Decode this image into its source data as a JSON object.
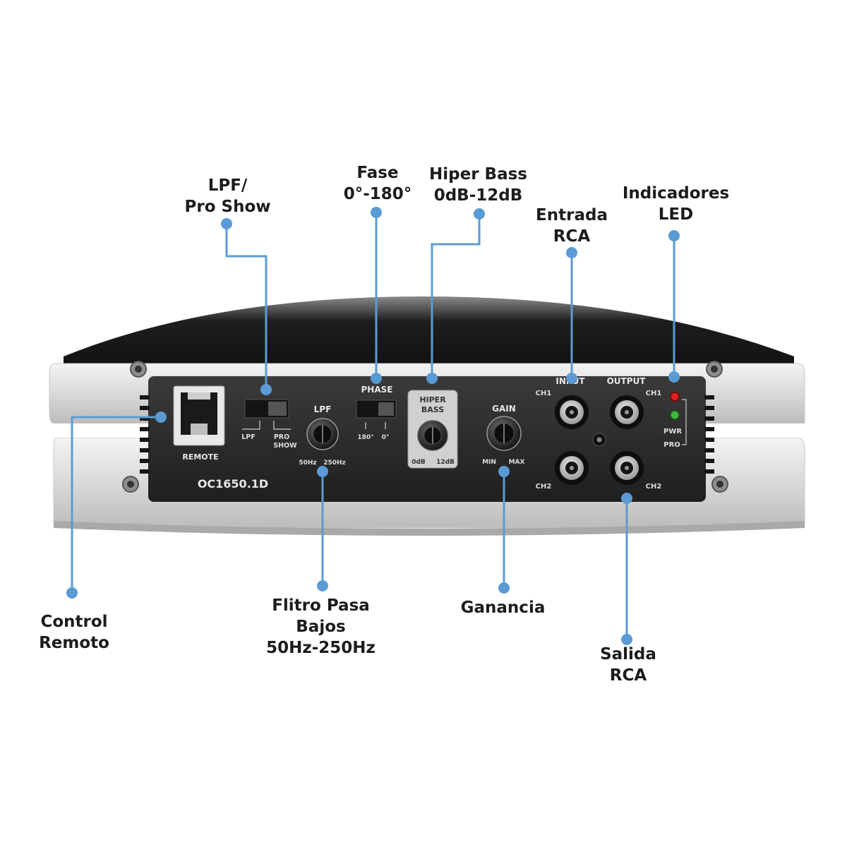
{
  "callouts": {
    "lpf_pro_show": [
      "LPF/",
      "Pro Show"
    ],
    "fase": [
      "Fase",
      "0°-180°"
    ],
    "hiper_bass": [
      "Hiper Bass",
      "0dB-12dB"
    ],
    "entrada_rca": [
      "Entrada",
      "RCA"
    ],
    "indicadores_led": [
      "Indicadores",
      "LED"
    ],
    "control_remoto": [
      "Control",
      "Remoto"
    ],
    "filtro_pasa_bajos": [
      "Flitro Pasa",
      "Bajos",
      "50Hz-250Hz"
    ],
    "ganancia": [
      "Ganancia"
    ],
    "salida_rca": [
      "Salida",
      "RCA"
    ]
  },
  "panel": {
    "remote": "REMOTE",
    "model": "OC1650.1D",
    "lpf_switch_lpf": "LPF",
    "lpf_switch_pro": "PRO",
    "lpf_switch_show": "SHOW",
    "lpf_knob_title": "LPF",
    "lpf_min": "50Hz",
    "lpf_max": "250Hz",
    "phase_title": "PHASE",
    "phase_180": "180°",
    "phase_0": "0°",
    "hiper_bass_line1": "HIPER",
    "hiper_bass_line2": "BASS",
    "hiper_min": "0dB",
    "hiper_max": "12dB",
    "gain_title": "GAIN",
    "gain_min": "MIN",
    "gain_max": "MAX",
    "input": "INPUT",
    "output": "OUTPUT",
    "ch1_in": "CH1",
    "ch2_in": "CH2",
    "ch1_out": "CH1",
    "ch2_out": "CH2",
    "pwr": "PWR",
    "pro": "PRO"
  },
  "colors": {
    "accent": "#5b9bd5",
    "panel": "#2b2b2b",
    "chassis": "#e6e6e6",
    "led_red": "#e02020",
    "led_green": "#3cb83c"
  }
}
